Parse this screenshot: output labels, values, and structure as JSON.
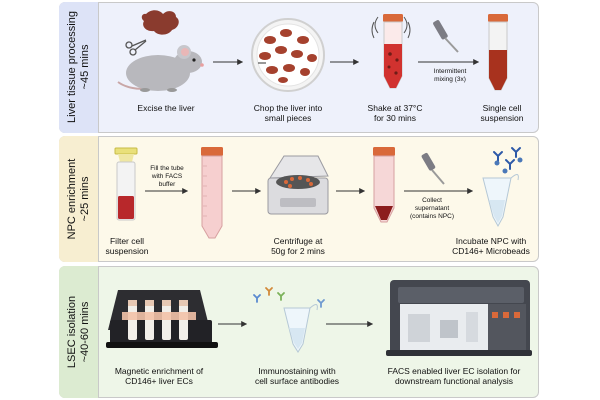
{
  "stages": [
    {
      "label_line1": "Liver tissue processing",
      "label_line2": "~45 mins",
      "steps": [
        {
          "caption_line1": "Excise the liver",
          "caption_line2": ""
        },
        {
          "caption_line1": "Chop the liver into",
          "caption_line2": "small pieces"
        },
        {
          "caption_line1": "Shake at 37°C",
          "caption_line2": "for 30 mins"
        },
        {
          "caption_line1": "Single cell",
          "caption_line2": "suspension"
        }
      ],
      "notes": [
        {
          "line1": "Intermittent",
          "line2": "mixing (3x)"
        }
      ]
    },
    {
      "label_line1": "NPC enrichment",
      "label_line2": "~25 mins",
      "steps": [
        {
          "caption_line1": "Filter cell",
          "caption_line2": "suspension"
        },
        {
          "caption_line1": "Centrifuge at",
          "caption_line2": "50g for 2 mins"
        },
        {
          "caption_line1": "Incubate NPC with",
          "caption_line2": "CD146+ Microbeads"
        }
      ],
      "notes": [
        {
          "line1": "Fill the tube",
          "line2": "with FACS",
          "line3": "buffer"
        },
        {
          "line1": "Collect",
          "line2": "supernatant",
          "line3": "(contains NPC)"
        }
      ]
    },
    {
      "label_line1": "LSEC isolation",
      "label_line2": "~40-60 mins",
      "steps": [
        {
          "caption_line1": "Magnetic enrichment of",
          "caption_line2": "CD146+ liver ECs"
        },
        {
          "caption_line1": "Immunostaining with",
          "caption_line2": "cell surface antibodies"
        },
        {
          "caption_line1": "FACS enabled liver EC isolation for",
          "caption_line2": "downstream functional analysis"
        }
      ]
    }
  ],
  "colors": {
    "stage1_bg": "#eef1fb",
    "stage2_bg": "#fdf9ea",
    "stage3_bg": "#eef6e8",
    "tube_cap": "#d9693a",
    "liver": "#8a3b2e",
    "blood": "#b8282b",
    "mouse": "#b8b8bd"
  },
  "icons": [
    "mouse-icon",
    "liver-icon",
    "scissors-icon",
    "petri-dish-icon",
    "conical-tube-icon",
    "pipette-icon",
    "filter-tube-icon",
    "centrifuge-icon",
    "microtube-icon",
    "antibody-icon",
    "microbead-icon",
    "magnet-rack-icon",
    "flow-cytometer-icon",
    "arrow-icon"
  ]
}
